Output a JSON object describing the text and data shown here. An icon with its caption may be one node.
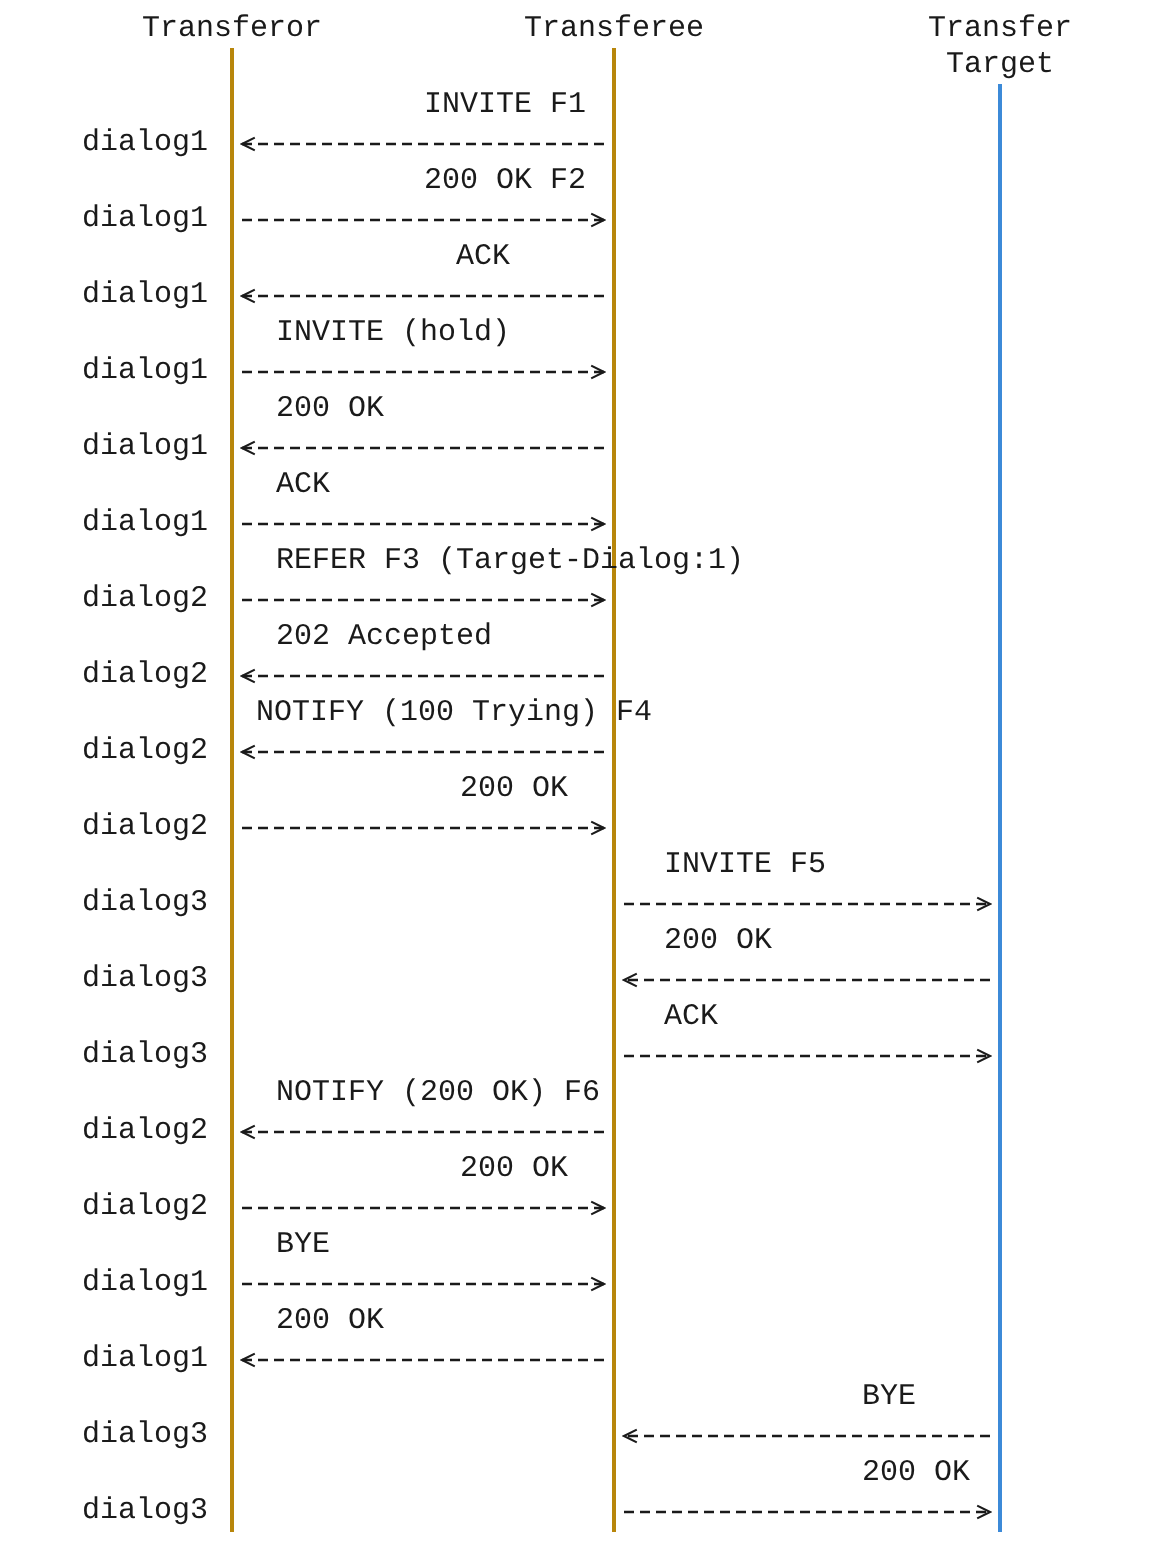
{
  "diagram": {
    "nodes": [
      {
        "text": [
          "Transferor"
        ]
      },
      {
        "text": [
          "Transferee"
        ]
      },
      {
        "text": [
          "Transfer Target"
        ]
      }
    ],
    "edges": [
      {
        "from": 1,
        "to": 0,
        "arrow": "to",
        "label": "INVITE F1",
        "style": "dashed"
      },
      {
        "from": 0,
        "to": 1,
        "arrow": "to",
        "label": "200 OK F2",
        "style": "dashed"
      },
      {
        "from": 1,
        "to": 0,
        "arrow": "to",
        "label": "ACK",
        "style": "dashed"
      },
      {
        "from": 0,
        "to": 1,
        "arrow": "to",
        "label": "INVITE (hold)",
        "style": "dashed"
      },
      {
        "from": 1,
        "to": 0,
        "arrow": "to",
        "label": "200 OK",
        "style": "dashed"
      },
      {
        "from": 0,
        "to": 1,
        "arrow": "to",
        "label": "ACK",
        "style": "dashed"
      },
      {
        "from": 0,
        "to": 1,
        "arrow": "to",
        "label": "REFER F3 (Target-Dialog:1)",
        "style": "dashed"
      },
      {
        "from": 1,
        "to": 0,
        "arrow": "to",
        "label": "202 Accepted",
        "style": "dashed"
      },
      {
        "from": 1,
        "to": 0,
        "arrow": "to",
        "label": "NOTIFY (100 Trying) F4",
        "style": "dashed"
      },
      {
        "from": 0,
        "to": 1,
        "arrow": "to",
        "label": "200 OK",
        "style": "dashed"
      },
      {
        "from": 1,
        "to": 2,
        "arrow": "to",
        "label": "INVITE F5",
        "style": "dashed"
      },
      {
        "from": 2,
        "to": 1,
        "arrow": "to",
        "label": "200 OK",
        "style": "dashed"
      },
      {
        "from": 1,
        "to": 2,
        "arrow": "to",
        "label": "ACK",
        "style": "dashed"
      },
      {
        "from": 1,
        "to": 0,
        "arrow": "to",
        "label": "NOTIFY (200 OK) F6",
        "style": "dashed"
      },
      {
        "from": 0,
        "to": 1,
        "arrow": "to",
        "label": "200 OK",
        "style": "dashed"
      },
      {
        "from": 0,
        "to": 1,
        "arrow": "to",
        "label": "BYE",
        "style": "dashed"
      },
      {
        "from": 1,
        "to": 0,
        "arrow": "to",
        "label": "200 OK",
        "style": "dashed"
      },
      {
        "from": 2,
        "to": 1,
        "arrow": "to",
        "label": "BYE",
        "style": "dashed"
      },
      {
        "from": 1,
        "to": 2,
        "arrow": "to",
        "label": "200 OK",
        "style": "dashed"
      }
    ],
    "labels": [
      "dialog1",
      "dialog1",
      "dialog1",
      "dialog1",
      "dialog1",
      "dialog1",
      "dialog2",
      "dialog2",
      "dialog2",
      "dialog2",
      "dialog3",
      "dialog3",
      "dialog3",
      "dialog2",
      "dialog2",
      "dialog1",
      "dialog1",
      "dialog3",
      "dialog3"
    ]
  }
}
